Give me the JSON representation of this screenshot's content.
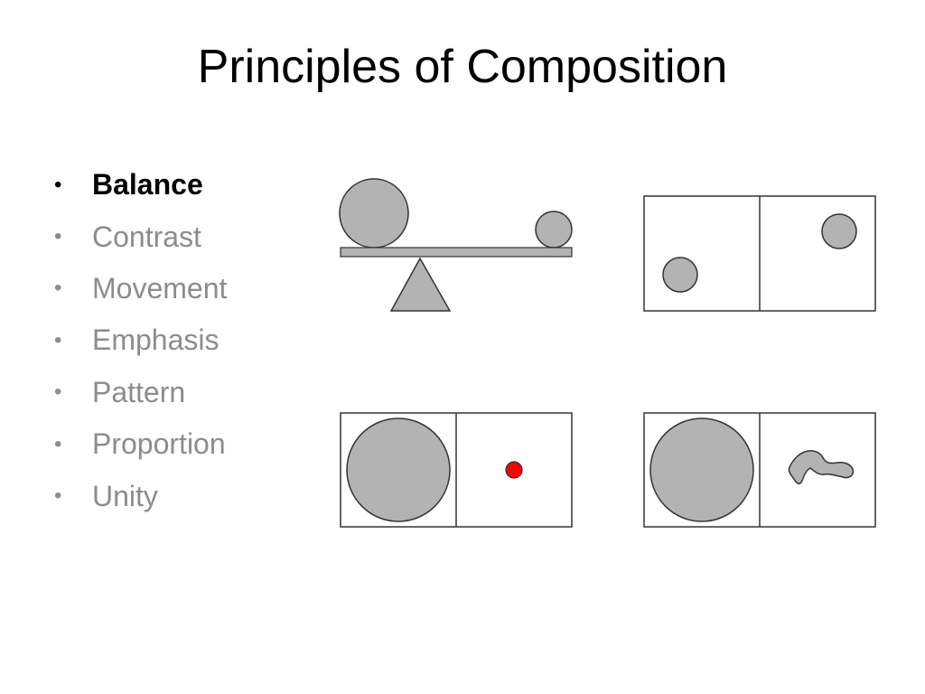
{
  "slide": {
    "title": "Principles of Composition",
    "bullets": [
      {
        "label": "Balance",
        "active": true
      },
      {
        "label": "Contrast",
        "active": false
      },
      {
        "label": "Movement",
        "active": false
      },
      {
        "label": "Emphasis",
        "active": false
      },
      {
        "label": "Pattern",
        "active": false
      },
      {
        "label": "Proportion",
        "active": false
      },
      {
        "label": "Unity",
        "active": false
      }
    ],
    "bullet_glyph": "•"
  },
  "colors": {
    "shape_fill": "#b3b3b3",
    "accent_dot": "#ff0000",
    "outline": "#333333",
    "inactive_text": "#8c8c8c",
    "active_text": "#000000"
  }
}
